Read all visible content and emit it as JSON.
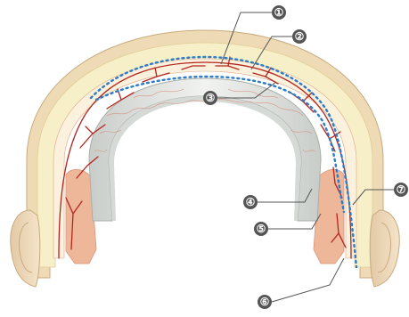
{
  "callouts": [
    {
      "id": "1",
      "label": "①"
    },
    {
      "id": "2",
      "label": "②"
    },
    {
      "id": "3",
      "label": "③"
    },
    {
      "id": "4",
      "label": "④"
    },
    {
      "id": "5",
      "label": "⑤"
    },
    {
      "id": "6",
      "label": "⑥"
    },
    {
      "id": "7",
      "label": "⑦"
    }
  ],
  "colors": {
    "skin": "#eedbb5",
    "fat": "#f7efc7",
    "bone": "#e4e7e4",
    "muscle": "#efb79a",
    "vessel": "#b3261e",
    "dotted": "#2d7cc4",
    "callout": "#555555"
  }
}
